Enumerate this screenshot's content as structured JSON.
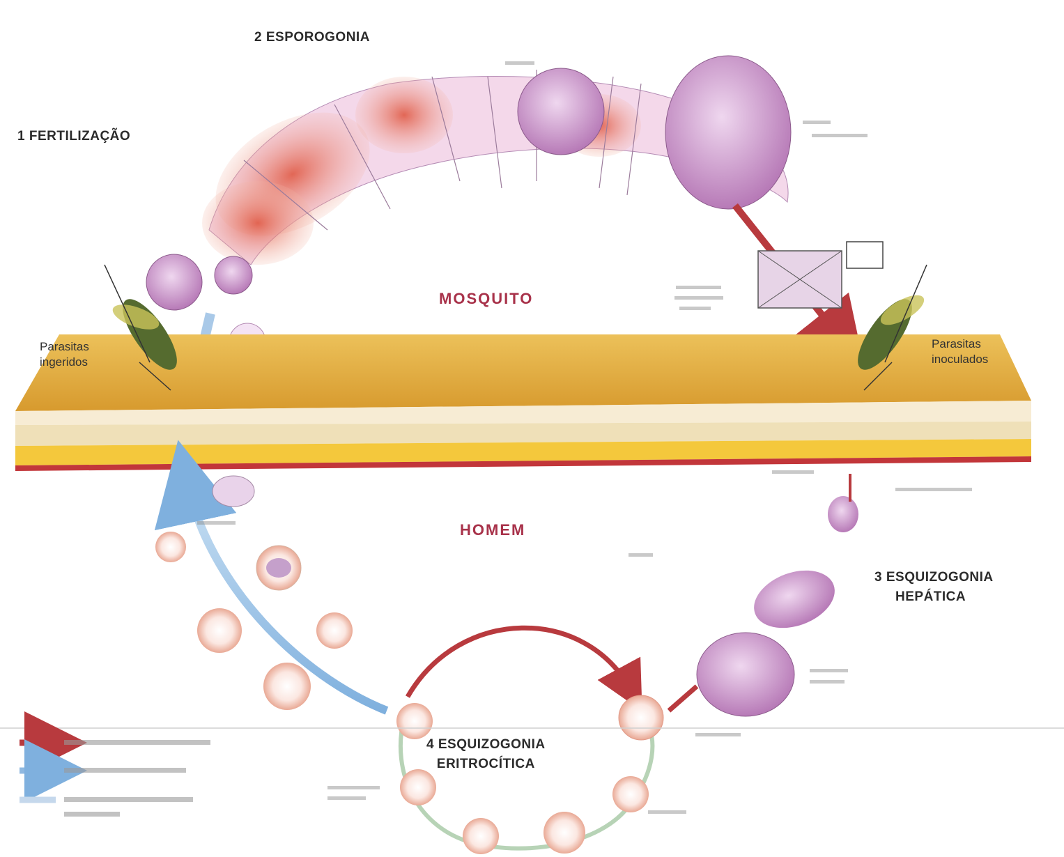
{
  "stages": {
    "fertilization": "1 FERTILIZAÇÃO",
    "sporogony": "2 ESPOROGONIA",
    "hepatic_line1": "3 ESQUIZOGONIA",
    "hepatic_line2": "HEPÁTICA",
    "erythrocytic_line1": "4 ESQUIZOGONIA",
    "erythrocytic_line2": "ERITROCÍTICA"
  },
  "regions": {
    "mosquito": "MOSQUITO",
    "human": "HOMEM"
  },
  "side_labels": {
    "ingested_line1": "Parasitas",
    "ingested_line2": "ingeridos",
    "inoculated_line1": "Parasitas",
    "inoculated_line2": "inoculados"
  },
  "colors": {
    "asexual_arrow": "#b83a3e",
    "gametocyte_arrow": "#8fb8e0",
    "skin": "#e3b347",
    "tissue_purple": "#c89ac8"
  }
}
